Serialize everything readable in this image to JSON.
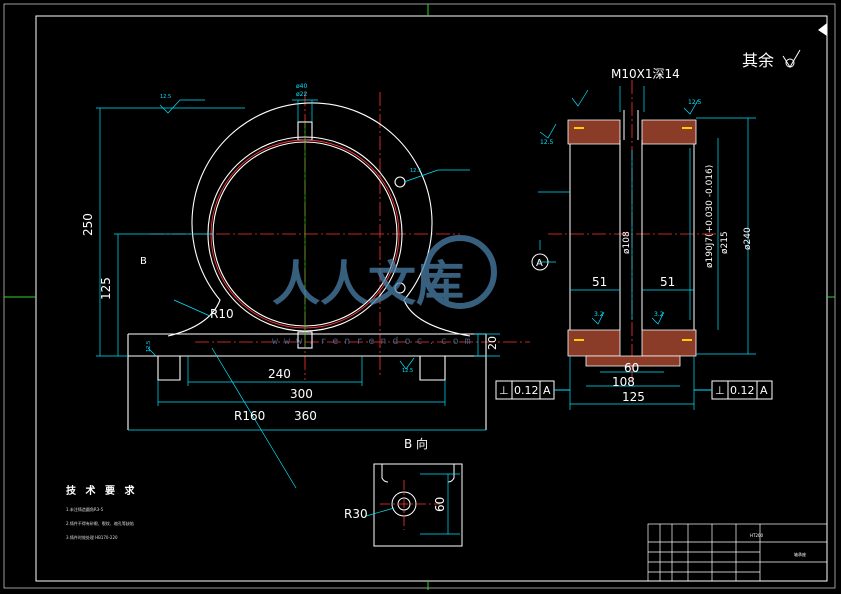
{
  "colors": {
    "line": "#ffffff",
    "dim": "#00e5ff",
    "center": "#ff3333",
    "green": "#2bd92b",
    "watermark": "#4a7fa8"
  },
  "header_note": "其余",
  "front_view": {
    "dims": {
      "height_total": "250",
      "height_center": "125",
      "width_240": "240",
      "width_300": "300",
      "width_360": "360",
      "radius_160": "R160",
      "radius_10": "R10",
      "base_height": "20",
      "top_slot_a": "ø40",
      "top_slot_b": "ø22",
      "view_marker": "B"
    },
    "roughness": [
      "12.5",
      "12.5",
      "12.5",
      "12.5"
    ]
  },
  "side_view": {
    "thread_note": "M10X1深14",
    "dims": {
      "w51_left": "51",
      "w51_right": "51",
      "dia_inner": "ø108",
      "dia_bore": "ø190J7(+0.030 -0.016)",
      "dia_215": "ø215",
      "dia_240": "ø240",
      "w60": "60",
      "w108": "108",
      "w125": "125"
    },
    "section_marker": "A",
    "roughness": [
      "3.2",
      "3.2",
      "12.5",
      "12.5"
    ],
    "tolerance_left": {
      "symbol": "⊥",
      "value": "0.12",
      "datum": "A"
    },
    "tolerance_right": {
      "symbol": "⊥",
      "value": "0.12",
      "datum": "A"
    }
  },
  "b_view": {
    "title": "B 向",
    "radius": "R30",
    "height": "60"
  },
  "tech_req": {
    "title": "技 术 要 求",
    "notes": [
      "1.未注铸造圆角R3-5",
      "2.铸件不得有砂眼、裂纹、缩孔等缺陷",
      "3.铸件时效处理 HB170-220"
    ]
  },
  "watermark": {
    "chinese": "人人文库",
    "url": "w w w . r e n r e n d o c . c o m"
  },
  "title_block": {
    "material": "HT200",
    "part": "轴承座"
  }
}
